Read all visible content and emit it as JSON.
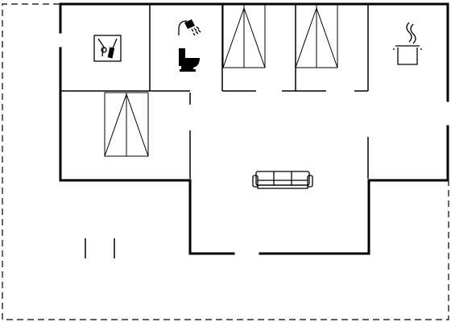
{
  "floor_plan": {
    "rooms": [
      {
        "id": "utility-room",
        "icon": "utility-icon"
      },
      {
        "id": "bathroom",
        "icons": [
          "shower-icon",
          "toilet-icon"
        ]
      },
      {
        "id": "bedroom-1",
        "icon": "double-bed-icon"
      },
      {
        "id": "bedroom-2",
        "icon": "double-bed-icon"
      },
      {
        "id": "kitchen",
        "icon": "cooking-pot-icon"
      },
      {
        "id": "bedroom-3",
        "icon": "double-bed-icon"
      },
      {
        "id": "living-room",
        "icon": "sofa-icon"
      },
      {
        "id": "terrace",
        "outline": "dashed"
      }
    ],
    "colors": {
      "walls": "#000000",
      "background": "#ffffff"
    }
  }
}
